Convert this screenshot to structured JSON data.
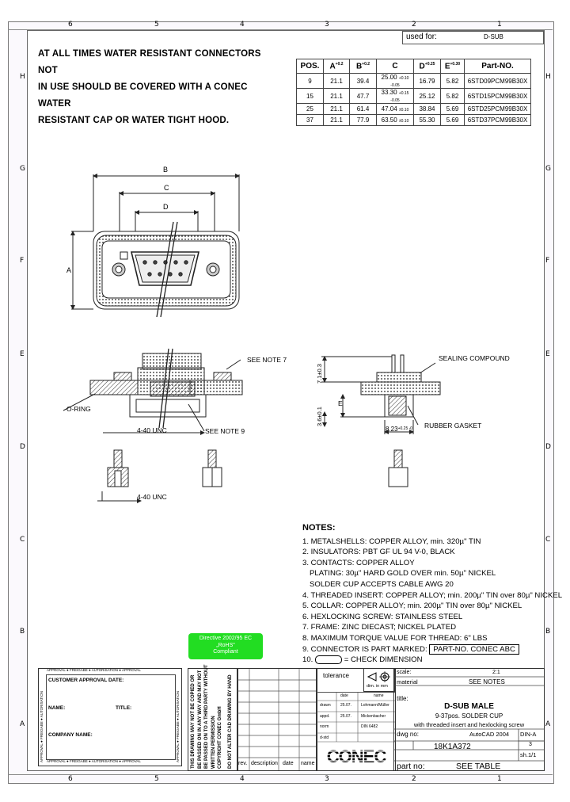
{
  "zones": {
    "columns": [
      "6",
      "5",
      "4",
      "3",
      "2",
      "1"
    ],
    "rows": [
      "H",
      "G",
      "F",
      "E",
      "D",
      "C",
      "B",
      "A"
    ]
  },
  "warning_text": [
    "AT ALL TIMES WATER RESISTANT CONNECTORS NOT",
    "IN USE SHOULD BE COVERED WITH A CONEC WATER",
    "RESISTANT CAP OR WATER TIGHT HOOD."
  ],
  "used_for": {
    "label": "used for:",
    "value": "D-SUB"
  },
  "dim_table": {
    "headers": [
      "POS.",
      "A",
      "B",
      "C",
      "D",
      "E",
      "Part-NO."
    ],
    "header_tol": [
      "",
      "+0.2",
      "+0.2",
      "",
      "+0.25",
      "+0.30",
      ""
    ],
    "rows": [
      [
        "9",
        "21.1",
        "39.4",
        "25.00",
        "16.79",
        "5.82",
        "6STD09PCM99B30X"
      ],
      [
        "15",
        "21.1",
        "47.7",
        "33.30",
        "25.12",
        "5.82",
        "6STD15PCM99B30X"
      ],
      [
        "25",
        "21.1",
        "61.4",
        "47.04",
        "38.84",
        "5.69",
        "6STD25PCM99B30X"
      ],
      [
        "37",
        "21.1",
        "77.9",
        "63.50",
        "55.30",
        "5.69",
        "6STD37PCM99B30X"
      ]
    ],
    "c_tol": [
      "+0.10 -0.05",
      "+0.15 -0.05",
      "±0.10",
      "±0.10"
    ]
  },
  "drawing_labels": {
    "B": "B",
    "C": "C",
    "D": "D",
    "A": "A",
    "E": "E",
    "see_note_7": "SEE NOTE 7",
    "see_note_9": "SEE NOTE 9",
    "o_ring": "O-RING",
    "unc_1": "4-40 UNC",
    "unc_2": "4-40 UNC",
    "sealing": "SEALING COMPOUND",
    "rubber": "RUBBER GASKET",
    "dim_71": "7.1±0.3",
    "dim_36": "3.6±0.1",
    "dim_823": "8.23",
    "dim_823_tol": "+0.25 -0"
  },
  "notes": {
    "title": "NOTES:",
    "items": [
      "1. METALSHELLS: COPPER ALLOY, min. 320µ\" TIN",
      "2. INSULATORS: PBT GF UL 94 V-0, BLACK",
      "3. CONTACTS: COPPER ALLOY",
      "    PLATING: 30µ\" HARD GOLD OVER min. 50µ\" NICKEL",
      "    SOLDER CUP ACCEPTS CABLE AWG 20",
      "4. THREADED INSERT: COPPER ALLOY; min. 200µ\" TIN over 80µ\" NICKEL",
      "5. COLLAR: COPPER ALLOY; min. 200µ\" TIN over 80µ\" NICKEL",
      "6. HEXLOCKING SCREW: STAINLESS STEEL",
      "7. FRAME: ZINC DIECAST; NICKEL PLATED",
      "8. MAXIMUM TORQUE VALUE FOR THREAD: 6\" LBS"
    ],
    "item9_prefix": "9. CONNECTOR IS PART MARKED:",
    "item9_mark": "PART-NO.  CONEC  ABC",
    "item10_prefix": "10.",
    "item10_suffix": "= CHECK DIMENSION"
  },
  "rohs": {
    "line1": "Directive 2002/95 EC",
    "line2": "„RoHS\"",
    "line3": "Compliant"
  },
  "approval": {
    "side_left": "APPROVAL ● FREIGABE ● AUTORISATION",
    "side_top": "APPROVAL ● FREIGABE ● AUTORISATION ● APPROVAL",
    "side_bottom": "APPROVAL ● FREIGABE ● AUTORISATION ● APPROVAL",
    "side_right": "APPROVAL ● FREIGABE ● AUTORISATION",
    "customer": "CUSTOMER APPROVAL DATE:",
    "name": "NAME:",
    "title": "TITLE:",
    "company": "COMPANY NAME:",
    "copyright": [
      "THIS DRAWING MAY NOT BE COPIED OR",
      "BE PASSED ON IN ANY WAY AND MAY NOT",
      "BE PASSED ON TO A THIRD PARTY WITHOUT",
      "WRITTEN PERMISSION",
      "COPYRIGHT CONEC GmbH"
    ],
    "no_alter": "DO NOT ALTER CAD DRAWING BY HAND"
  },
  "titleblock": {
    "tolerance": "tolerance",
    "din_in_mm": "dim. in mm",
    "scale_label": "scale:",
    "scale_value": "2:1",
    "material_label": "material",
    "material_value": "SEE NOTES",
    "title_label": "title:",
    "title_main": "D-SUB MALE",
    "title_sub1": "9-37pos.  SOLDER CUP",
    "title_sub2": "with threaded insert and hexlocking screw",
    "dwg_label": "dwg no:",
    "software": "AutoCAD 2004",
    "din": "DIN-A",
    "sheet_size": "3",
    "dwg_no": "18K1A372",
    "sheet": "sh.1/1",
    "part_label": "part no:",
    "part_value": "SEE TABLE",
    "date_hdr": "date",
    "name_hdr": "name",
    "row_labels": [
      "drawn",
      "appd.",
      "norm",
      "d-std"
    ],
    "row_dates": [
      "25.07.",
      "25.07.",
      "",
      ""
    ],
    "row_names": [
      "Lohmann/Müller",
      "Mickenbacher",
      "DIN 6482",
      ""
    ],
    "rev": "rev.",
    "description": "description",
    "date": "date",
    "name": "name",
    "logo": "CONEC"
  }
}
